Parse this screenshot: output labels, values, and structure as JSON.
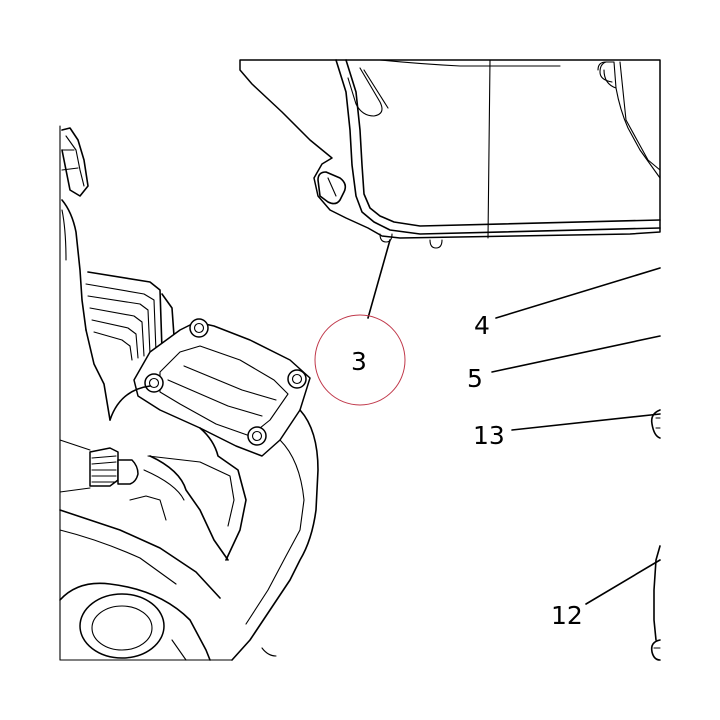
{
  "diagram": {
    "callouts": {
      "c3": "3",
      "c4": "4",
      "c5": "5",
      "c13": "13",
      "c12": "12"
    },
    "highlight_color": "#c0394b"
  }
}
